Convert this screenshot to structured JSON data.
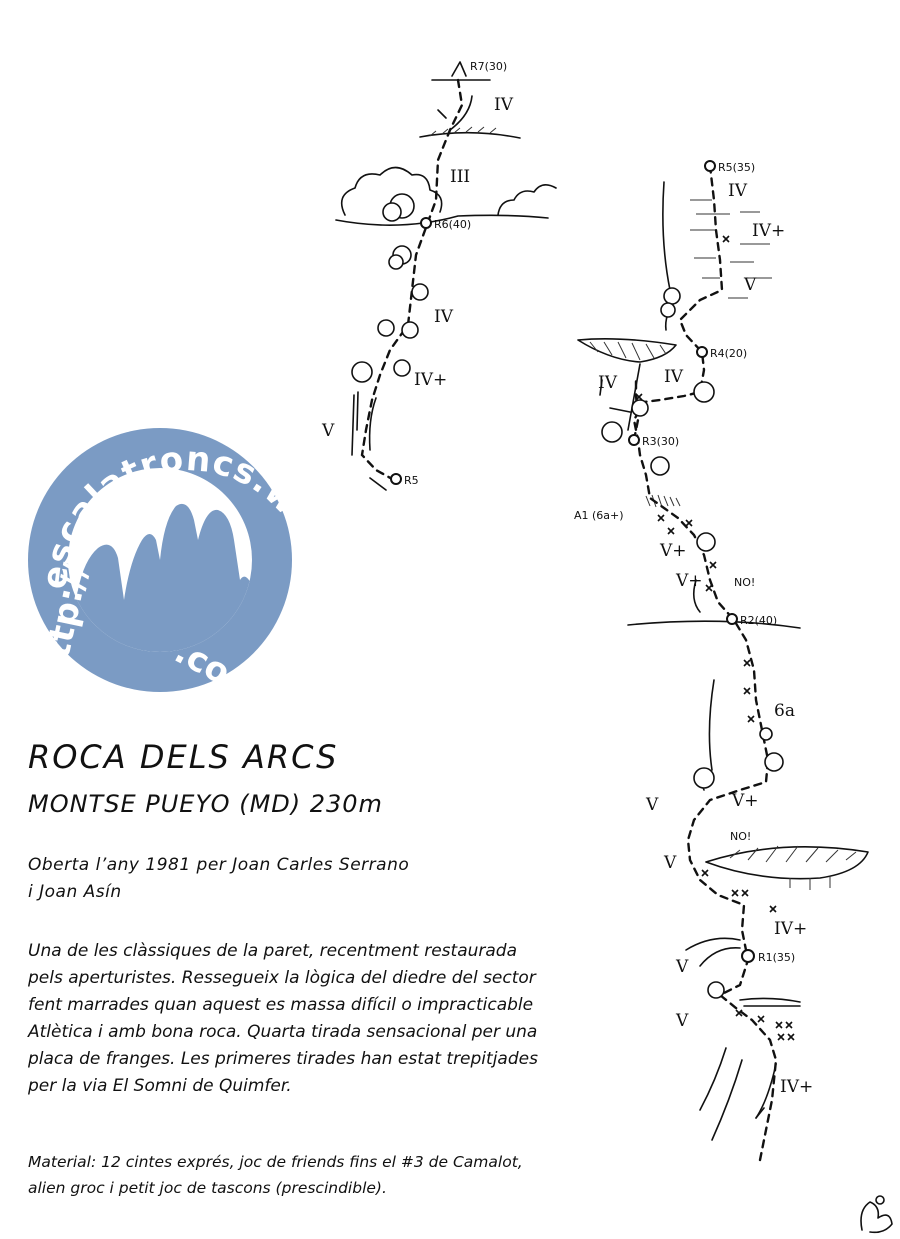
{
  "logo": {
    "url_text": "http://escalatroncs.wordpress.com",
    "url_top": "escalatroncs.wordpress",
    "url_bottom": "http://",
    "url_bottom_right": ".com",
    "color": "#7b9bc4"
  },
  "header": {
    "title": "ROCA DELS ARCS",
    "subtitle": "MONTSE PUEYO (MD) 230m"
  },
  "opened_lines": [
    "Oberta l’any 1981 per Joan Carles Serrano",
    "i Joan Asín"
  ],
  "description_lines": [
    "Una de les clàssiques de la paret, recentment restaurada",
    "pels aperturistes. Ressegueix la lògica del diedre del sector",
    "fent marrades quan aquest es massa difícil o impracticable",
    "Atlètica i amb bona roca. Quarta tirada sensacional per una",
    "placa de franges. Les primeres tirades han estat trepitjades",
    "per la via El Somni de Quimfer."
  ],
  "material_lines": [
    "Material: 12 cintes exprés, joc de friends fins el #3 de Camalot,",
    "alien groc i petit joc de tascons (prescindible)."
  ],
  "topo": {
    "belays": {
      "r1": "R1(35)",
      "r2": "R2(40)",
      "r3": "R3(30)",
      "r4": "R4(20)",
      "r5_right": "R5(35)",
      "r5_left": "R5",
      "r6": "R6(40)",
      "r7": "R7(30)"
    },
    "grades": {
      "g_v_bottom_1": "V",
      "g_ivplus_bottom": "IV+",
      "g_v_bottom_2": "V",
      "g_ivplus_r1": "IV+",
      "g_v_mid": "V",
      "g_no_1": "NO!",
      "g_v_left": "V",
      "g_vplus_1": "V+",
      "g_6a": "6a",
      "g_no_2": "NO!",
      "g_vplus_2": "V+",
      "g_vplus_3": "V+",
      "g_a1": "A1 (6a+)",
      "g_iv_r3": "IV",
      "g_iv_r3_right": "IV",
      "g_v_r4": "V",
      "g_ivplus_r5": "IV+",
      "g_iv_r5": "IV",
      "g_v_left_pitch": "V",
      "g_ivplus_left": "IV+",
      "g_iv_left": "IV",
      "g_iii": "III",
      "g_iv_top": "IV"
    }
  }
}
